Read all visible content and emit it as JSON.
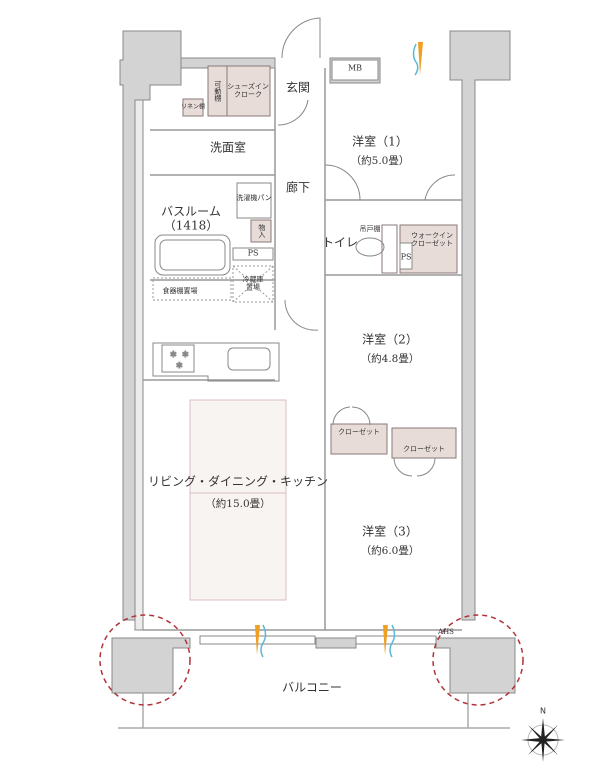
{
  "floorplan": {
    "rooms": {
      "western_room_1": {
        "name": "洋室（1）",
        "area": "（約5.0畳）"
      },
      "western_room_2": {
        "name": "洋室（2）",
        "area": "（約4.8畳）"
      },
      "western_room_3": {
        "name": "洋室（3）",
        "area": "（約6.0畳）"
      },
      "ldk": {
        "name": "リビング・ダイニング・キッチン",
        "area": "（約15.0畳）"
      },
      "bathroom": {
        "name": "バスルーム",
        "size": "（1418）"
      },
      "washroom": {
        "name": "洗面室"
      },
      "entrance": {
        "name": "玄関"
      },
      "hallway": {
        "name": "廊下"
      },
      "toilet": {
        "name": "トイレ"
      },
      "balcony": {
        "name": "バルコニー"
      }
    },
    "storage": {
      "shoes_in_cloak": "シューズイン\nクローク",
      "movable_shelf": "可動棚",
      "linen_shelf": "リネン棚",
      "washer_pan": "洗濯機パン",
      "storage_small": "物入",
      "hanging_cabinet": "吊戸棚",
      "walk_in_closet": "ウォークイン\nクローゼット",
      "closet_a": "クローゼット",
      "closet_b": "クローゼット",
      "dish_shelf_space": "食器棚置場",
      "fridge_space": "冷蔵庫\n置場"
    },
    "shafts": {
      "mb": "MB",
      "ps_1": "PS",
      "ps_2": "PS",
      "ahs": "AHS"
    },
    "compass": {
      "label": "N"
    },
    "colors": {
      "wall": "#d3d3d3",
      "wall_stroke": "#8a8a8a",
      "storage_fill": "#e8dcd8",
      "rug_fill": "#f7f4f2",
      "rug_stroke": "#d7bfbf",
      "highlight_circle": "#b0333a",
      "airflow_orange": "#f0a020",
      "airflow_blue": "#5ab8d8"
    }
  }
}
